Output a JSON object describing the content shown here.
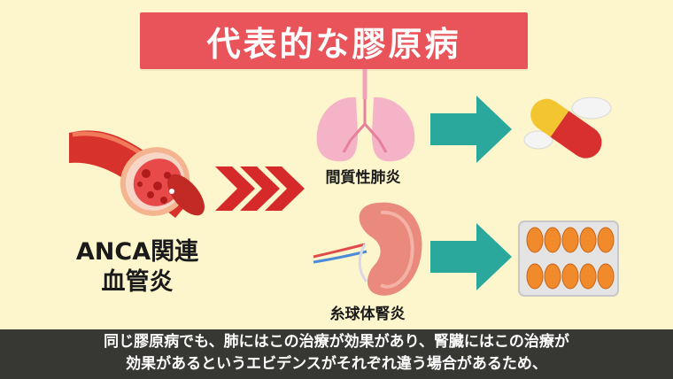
{
  "title": "代表的な膠原病",
  "left_label": {
    "line1": "ANCA関連",
    "line2": "血管炎"
  },
  "disease_top": "間質性肺炎",
  "disease_bottom": "糸球体腎炎",
  "caption": {
    "line1": "同じ膠原病でも、肺にはこの治療が効果があり、腎臓にはこの治療が",
    "line2": "効果があるというエビデンスがそれぞれ違う場合があるため、"
  },
  "colors": {
    "background": "#fdf6cc",
    "title_banner": "#e8545a",
    "chevrons": "#d62a2a",
    "arrows": "#2aa89b",
    "caption_bg": "#282828"
  },
  "icons": [
    "blood-vessel-icon",
    "chevron-arrows-icon",
    "lungs-icon",
    "kidney-icon",
    "teal-arrow-icon",
    "capsule-pill-icon",
    "blister-pack-icon"
  ]
}
